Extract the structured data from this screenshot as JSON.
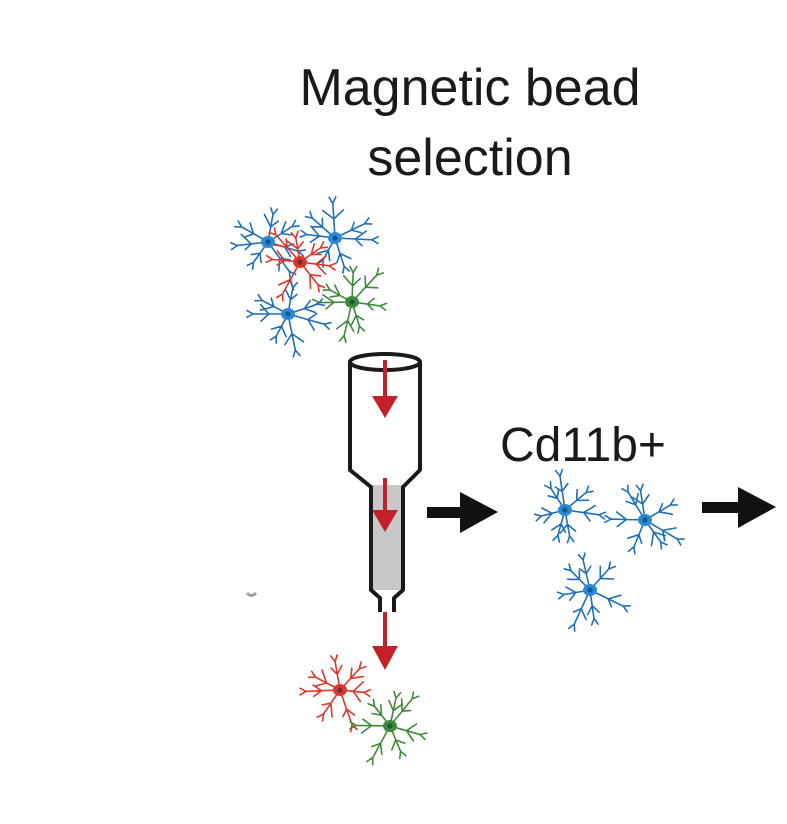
{
  "title": {
    "line1": "Magnetic bead",
    "line2": "selection"
  },
  "label": {
    "positive_fraction": "Cd11b+"
  },
  "colors": {
    "microglia": "#1f6fb8",
    "microglia_soma": "#2a8ad4",
    "other_cell_red": "#e0342b",
    "other_cell_green": "#3f8a3a",
    "flow_arrow": "#c4202a",
    "column_fill": "#c8c8c8",
    "outline": "#1a1a1a"
  },
  "icons": {
    "cell": "glial-cell-icon",
    "column": "magnetic-column-icon",
    "arrow": "arrow-right-icon"
  }
}
